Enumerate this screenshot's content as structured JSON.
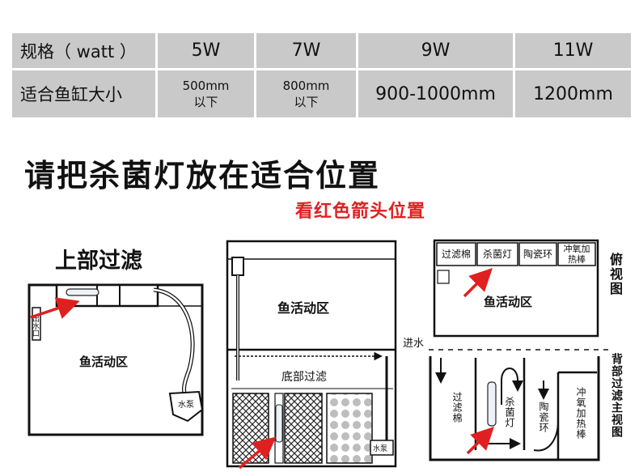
{
  "spec_table": {
    "row1_header": "规格（ watt ）",
    "watts": [
      "5W",
      "7W",
      "9W",
      "11W"
    ],
    "row2_header": "适合鱼缸大小",
    "size_5w_line1": "500mm",
    "size_5w_line2": "以下",
    "size_7w_line1": "800mm",
    "size_7w_line2": "以下",
    "size_9w": "900-1000mm",
    "size_11w": "1200mm"
  },
  "title": "请把杀菌灯放在适合位置",
  "subtitle": "看红色箭头位置",
  "top_filter": {
    "title": "上部过滤",
    "fish_area": "鱼活动区",
    "outlet": "出水口",
    "pump": "水泵"
  },
  "bottom_filter": {
    "fish_area": "鱼活动区",
    "label": "底部过滤",
    "pump": "水泵"
  },
  "top_view": {
    "compartments": [
      "过滤棉",
      "杀菌灯",
      "陶瓷环",
      "冲氧加热棒"
    ],
    "fish_area": "鱼活动区",
    "side_label": "俯视图"
  },
  "back_filter": {
    "inlet": "进水",
    "sections": [
      "过滤棉",
      "杀菌灯",
      "陶瓷环",
      "冲氧加热棒"
    ],
    "side_label": "背部过滤主视图"
  },
  "colors": {
    "arrow": "#e02020",
    "table_cell": "#c9c9c9"
  }
}
